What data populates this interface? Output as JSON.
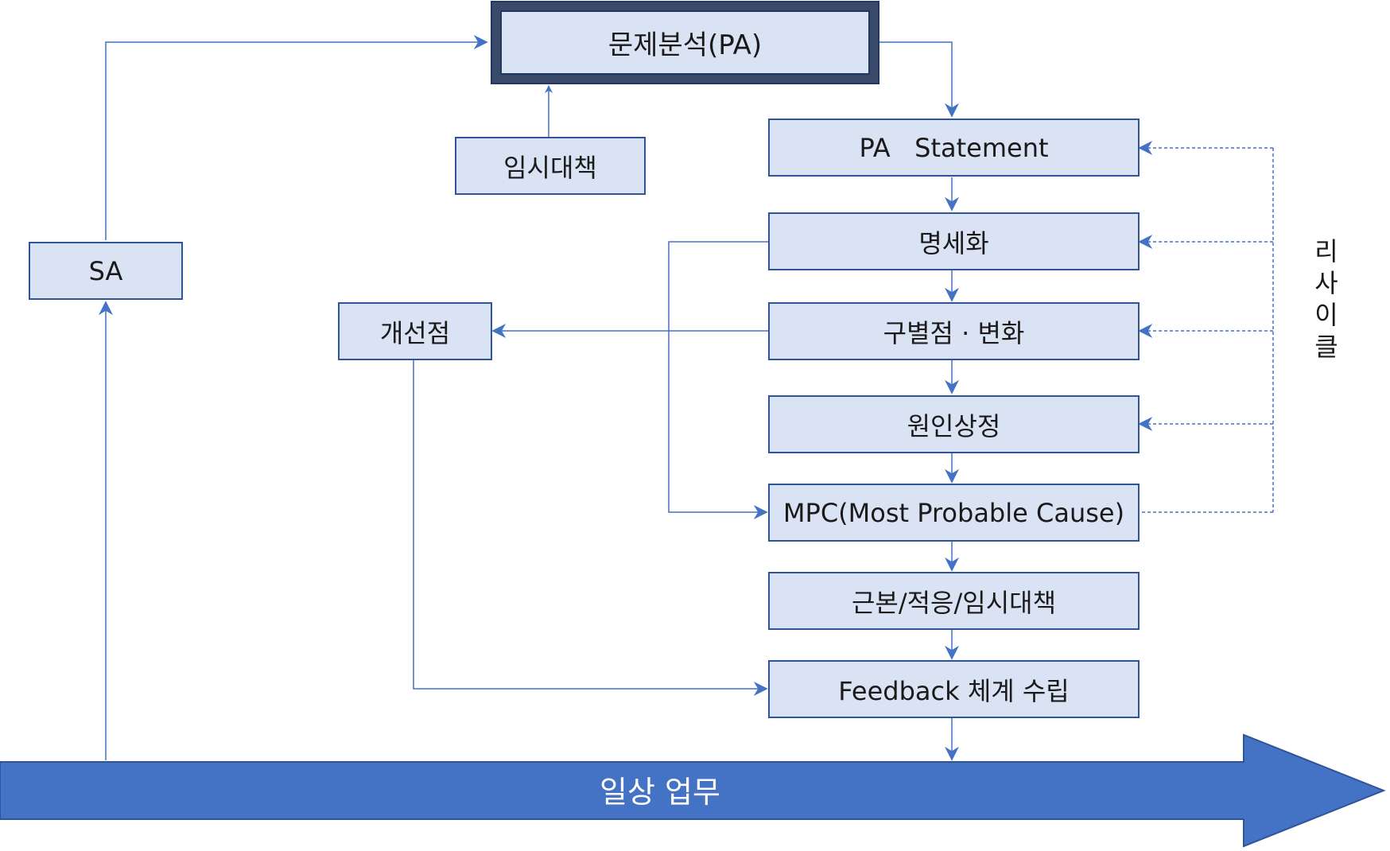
{
  "nodes": {
    "problem_analysis": "문제분석(PA)",
    "temporary_measure": "임시대책",
    "sa": "SA",
    "pa_statement": "PA   Statement",
    "specification": "명세화",
    "distinction_change": "구별점 · 변화",
    "improvement_point": "개선점",
    "cause_hypothesis": "원인상정",
    "mpc": "MPC(Most Probable Cause)",
    "measures": "근본/적응/임시대책",
    "feedback": "Feedback 체계 수립"
  },
  "recycle_label": [
    "리",
    "사",
    "이",
    "클"
  ],
  "timeline_label": "일상 업무",
  "colors": {
    "box_fill": "#dae3f3",
    "box_border": "#2f5597",
    "arrow_line": "#4472c4",
    "timeline_fill": "#4472c4",
    "frame_dark": "#3a4a6a"
  }
}
